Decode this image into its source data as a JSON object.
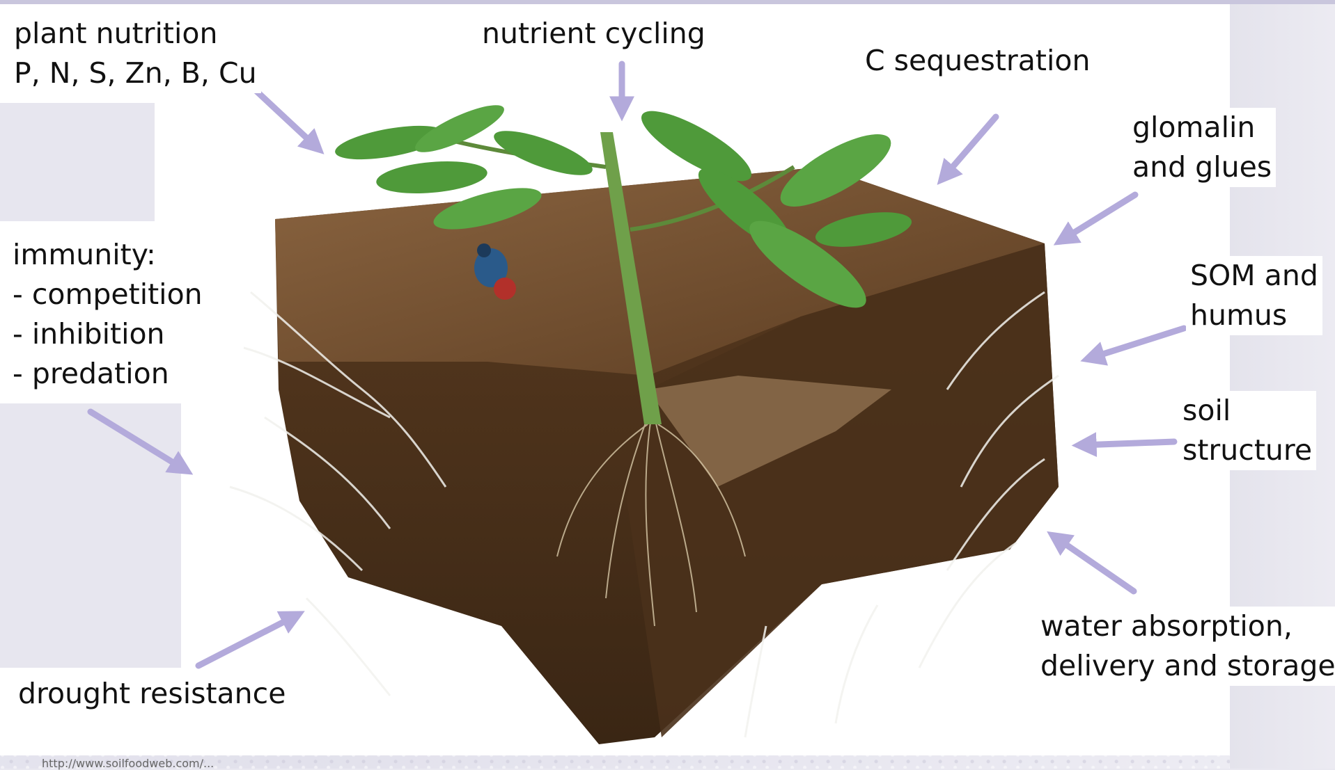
{
  "labels": {
    "plant_nutrition": "plant nutrition\nP, N, S, Zn, B, Cu",
    "nutrient_cycling": "nutrient cycling",
    "c_sequestration": "C sequestration",
    "glomalin": "glomalin\nand glues",
    "immunity": "immunity:\n- competition\n- inhibition\n- predation",
    "som_humus": "SOM and\nhumus",
    "soil_structure": "soil\nstructure",
    "water": "water absorption,\ndelivery and storage",
    "drought": "drought resistance"
  },
  "caption": "http://www.soilfoodweb.com/...",
  "colors": {
    "arrow": "#b3aadb",
    "soil": "#6e4a2c",
    "leaf": "#4f9a3a",
    "hyphae": "#f2f2ee"
  },
  "icons": [
    "arrow-icon",
    "beetle-icon"
  ]
}
